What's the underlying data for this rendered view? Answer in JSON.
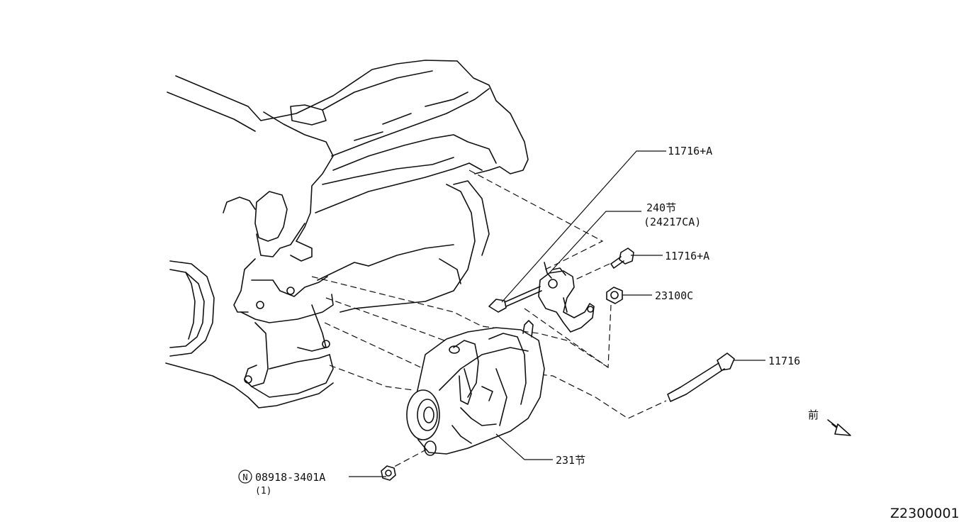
{
  "callouts": {
    "bolt_upper": "11716+A",
    "bracket_ref": "240节",
    "bracket_part": "(24217CA)",
    "bolt_side": "11716+A",
    "nut": "23100C",
    "long_bolt": "11716",
    "alternator": "231节",
    "nut_part": "08918-3401A",
    "nut_qty": "(1)",
    "nut_marker": "N"
  },
  "front_indicator": {
    "label": "前"
  },
  "diagram_id": "Z2300001"
}
